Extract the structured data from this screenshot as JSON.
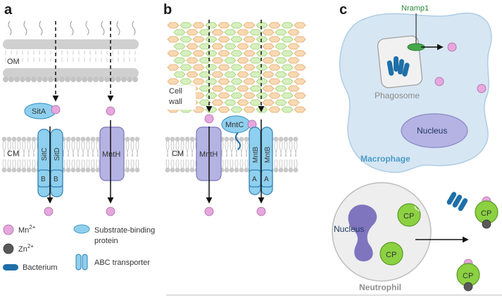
{
  "colors": {
    "membrane_gray": "#c9c9c9",
    "light_blue": "#8fd0ee",
    "blue_dark": "#1f6fa9",
    "mn_pink": "#e6a7de",
    "zn_gray": "#595959",
    "purple": "#b5b3e3",
    "green_cp": "#8cd142",
    "macrophage": "#d7e6f3",
    "neutrophil": "#eeeeee"
  },
  "panels": {
    "a": {
      "letter": "a",
      "om_label": "OM",
      "cm_label": "CM",
      "sita_label": "SitA",
      "sitc_label": "SitC",
      "sitd_label": "SitD",
      "b_left": "B",
      "b_right": "B",
      "mnth_label": "MntH"
    },
    "b": {
      "letter": "b",
      "cell_wall_line1": "Cell",
      "cell_wall_line2": "wall",
      "cm_label": "CM",
      "mnth_label": "MntH",
      "mntc_label": "MntC",
      "mntb_left": "MntB",
      "mntb_right": "MntB",
      "a_left": "A",
      "a_right": "A"
    },
    "c": {
      "letter": "c",
      "nramp1_label": "Nramp1",
      "phagosome_label": "Phagosome",
      "nucleus_label": "Nucleus",
      "macrophage_label": "Macrophage",
      "neutrophil_nucleus_label": "Nucleus",
      "cp_label": "CP",
      "neutrophil_label": "Neutrophil"
    }
  },
  "legend": {
    "mn": "Mn",
    "mn_sup": "2+",
    "zn": "Zn",
    "zn_sup": "2+",
    "bacterium": "Bacterium",
    "sbp_line1": "Substrate-binding",
    "sbp_line2": "protein",
    "abc": "ABC transporter"
  }
}
